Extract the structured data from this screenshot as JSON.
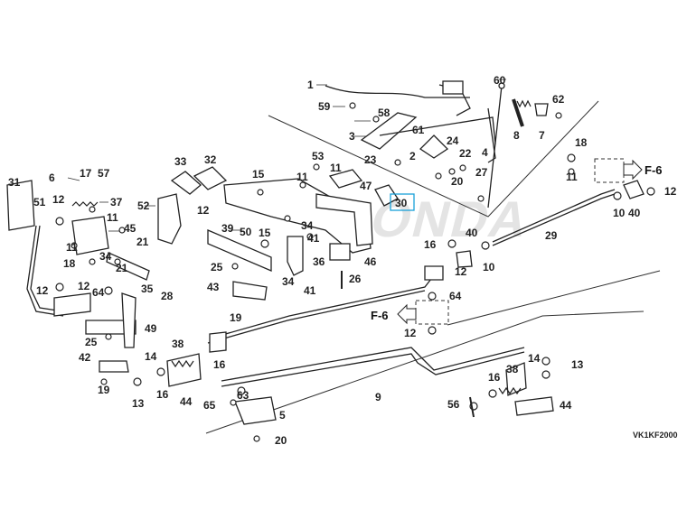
{
  "diagram": {
    "drawing_code": "VK1KF2000",
    "watermark": "HONDA",
    "highlighted_part": "30",
    "refs": {
      "right": "F-6",
      "left": "F-6"
    },
    "callouts": [
      {
        "id": "c1",
        "text": "1"
      },
      {
        "id": "c2",
        "text": "2"
      },
      {
        "id": "c3",
        "text": "3"
      },
      {
        "id": "c4",
        "text": "4"
      },
      {
        "id": "c5",
        "text": "5"
      },
      {
        "id": "c6",
        "text": "6"
      },
      {
        "id": "c7",
        "text": "7"
      },
      {
        "id": "c8",
        "text": "8"
      },
      {
        "id": "c9",
        "text": "9"
      },
      {
        "id": "c10a",
        "text": "10"
      },
      {
        "id": "c10b",
        "text": "10"
      },
      {
        "id": "c11a",
        "text": "11"
      },
      {
        "id": "c11b",
        "text": "11"
      },
      {
        "id": "c11c",
        "text": "11"
      },
      {
        "id": "c11d",
        "text": "11"
      },
      {
        "id": "c11e",
        "text": "11"
      },
      {
        "id": "c12a",
        "text": "12"
      },
      {
        "id": "c12b",
        "text": "12"
      },
      {
        "id": "c12c",
        "text": "12"
      },
      {
        "id": "c12d",
        "text": "12"
      },
      {
        "id": "c12e",
        "text": "12"
      },
      {
        "id": "c12f",
        "text": "12"
      },
      {
        "id": "c12g",
        "text": "12"
      },
      {
        "id": "c12h",
        "text": "12"
      },
      {
        "id": "c13a",
        "text": "13"
      },
      {
        "id": "c13b",
        "text": "13"
      },
      {
        "id": "c14a",
        "text": "14"
      },
      {
        "id": "c14b",
        "text": "14"
      },
      {
        "id": "c15a",
        "text": "15"
      },
      {
        "id": "c15b",
        "text": "15"
      },
      {
        "id": "c16a",
        "text": "16"
      },
      {
        "id": "c16b",
        "text": "16"
      },
      {
        "id": "c16c",
        "text": "16"
      },
      {
        "id": "c16d",
        "text": "16"
      },
      {
        "id": "c17",
        "text": "17"
      },
      {
        "id": "c18a",
        "text": "18"
      },
      {
        "id": "c18b",
        "text": "18"
      },
      {
        "id": "c19a",
        "text": "19"
      },
      {
        "id": "c19b",
        "text": "19"
      },
      {
        "id": "c20a",
        "text": "20"
      },
      {
        "id": "c20b",
        "text": "20"
      },
      {
        "id": "c21a",
        "text": "21"
      },
      {
        "id": "c21b",
        "text": "21"
      },
      {
        "id": "c22",
        "text": "22"
      },
      {
        "id": "c23",
        "text": "23"
      },
      {
        "id": "c24",
        "text": "24"
      },
      {
        "id": "c25a",
        "text": "25"
      },
      {
        "id": "c25b",
        "text": "25"
      },
      {
        "id": "c26",
        "text": "26"
      },
      {
        "id": "c27",
        "text": "27"
      },
      {
        "id": "c28",
        "text": "28"
      },
      {
        "id": "c29",
        "text": "29"
      },
      {
        "id": "c30",
        "text": "30"
      },
      {
        "id": "c31",
        "text": "31"
      },
      {
        "id": "c32",
        "text": "32"
      },
      {
        "id": "c33",
        "text": "33"
      },
      {
        "id": "c34a",
        "text": "34"
      },
      {
        "id": "c34b",
        "text": "34"
      },
      {
        "id": "c34c",
        "text": "34"
      },
      {
        "id": "c35",
        "text": "35"
      },
      {
        "id": "c36",
        "text": "36"
      },
      {
        "id": "c37",
        "text": "37"
      },
      {
        "id": "c38a",
        "text": "38"
      },
      {
        "id": "c38b",
        "text": "38"
      },
      {
        "id": "c39",
        "text": "39"
      },
      {
        "id": "c40a",
        "text": "40"
      },
      {
        "id": "c40b",
        "text": "40"
      },
      {
        "id": "c41a",
        "text": "41"
      },
      {
        "id": "c41b",
        "text": "41"
      },
      {
        "id": "c42",
        "text": "42"
      },
      {
        "id": "c43",
        "text": "43"
      },
      {
        "id": "c44a",
        "text": "44"
      },
      {
        "id": "c44b",
        "text": "44"
      },
      {
        "id": "c45",
        "text": "45"
      },
      {
        "id": "c46",
        "text": "46"
      },
      {
        "id": "c47",
        "text": "47"
      },
      {
        "id": "c49",
        "text": "49"
      },
      {
        "id": "c50",
        "text": "50"
      },
      {
        "id": "c51",
        "text": "51"
      },
      {
        "id": "c52",
        "text": "52"
      },
      {
        "id": "c53",
        "text": "53"
      },
      {
        "id": "c56",
        "text": "56"
      },
      {
        "id": "c57",
        "text": "57"
      },
      {
        "id": "c58",
        "text": "58"
      },
      {
        "id": "c59",
        "text": "59"
      },
      {
        "id": "c60",
        "text": "60"
      },
      {
        "id": "c61",
        "text": "61"
      },
      {
        "id": "c62",
        "text": "62"
      },
      {
        "id": "c63",
        "text": "63"
      },
      {
        "id": "c64a",
        "text": "64"
      },
      {
        "id": "c64b",
        "text": "64"
      },
      {
        "id": "c65",
        "text": "65"
      }
    ]
  }
}
